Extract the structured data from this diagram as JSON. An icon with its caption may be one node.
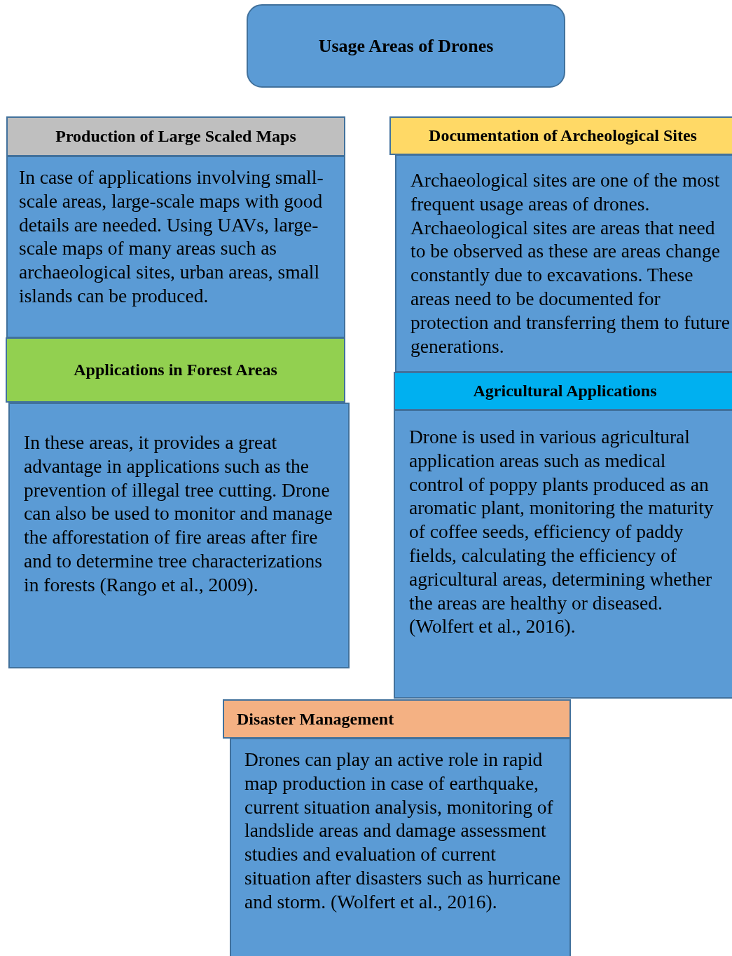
{
  "diagram": {
    "nodes": [
      {
        "text": [
          "Usage Areas of Drones"
        ]
      },
      {
        "text": [
          "Production of Large Scaled Maps"
        ]
      },
      {
        "text": [
          "In case of applications involving small-scale areas, large-scale maps with good details are needed. Using UAVs, large-scale maps of many areas such as archaeological sites, urban areas, small islands can be produced."
        ]
      },
      {
        "text": [
          "Documentation of Archeological Sites"
        ]
      },
      {
        "text": [
          "Archaeological sites are one of the most frequent usage areas of drones. Archaeological sites are areas that need to be observed as these are areas change constantly due to excavations. These areas need to be documented for protection and transferring them to future generations."
        ]
      },
      {
        "text": [
          "Applications in Forest Areas"
        ]
      },
      {
        "text": [
          "In these areas, it provides a great advantage in applications such as the prevention of illegal tree cutting. Drone can also be used to monitor and manage the afforestation of fire areas after fire and to determine tree characterizations in forests (Rango et al., 2009)."
        ]
      },
      {
        "text": [
          "Agricultural Applications"
        ]
      },
      {
        "text": [
          "Drone is used in various agricultural application areas such as medical control of poppy plants produced as an aromatic plant, monitoring the maturity of coffee seeds, efficiency of paddy fields, calculating the efficiency of agricultural areas, determining whether the areas are healthy or diseased. (Wolfert et al., 2016)."
        ]
      },
      {
        "text": [
          "Disaster Management"
        ]
      },
      {
        "text": [
          "Drones can play an active role in rapid map production in case of earthquake, current situation analysis, monitoring of landslide areas and damage assessment studies and evaluation of current situation after disasters such as hurricane and storm. (Wolfert et al., 2016)."
        ]
      }
    ]
  }
}
